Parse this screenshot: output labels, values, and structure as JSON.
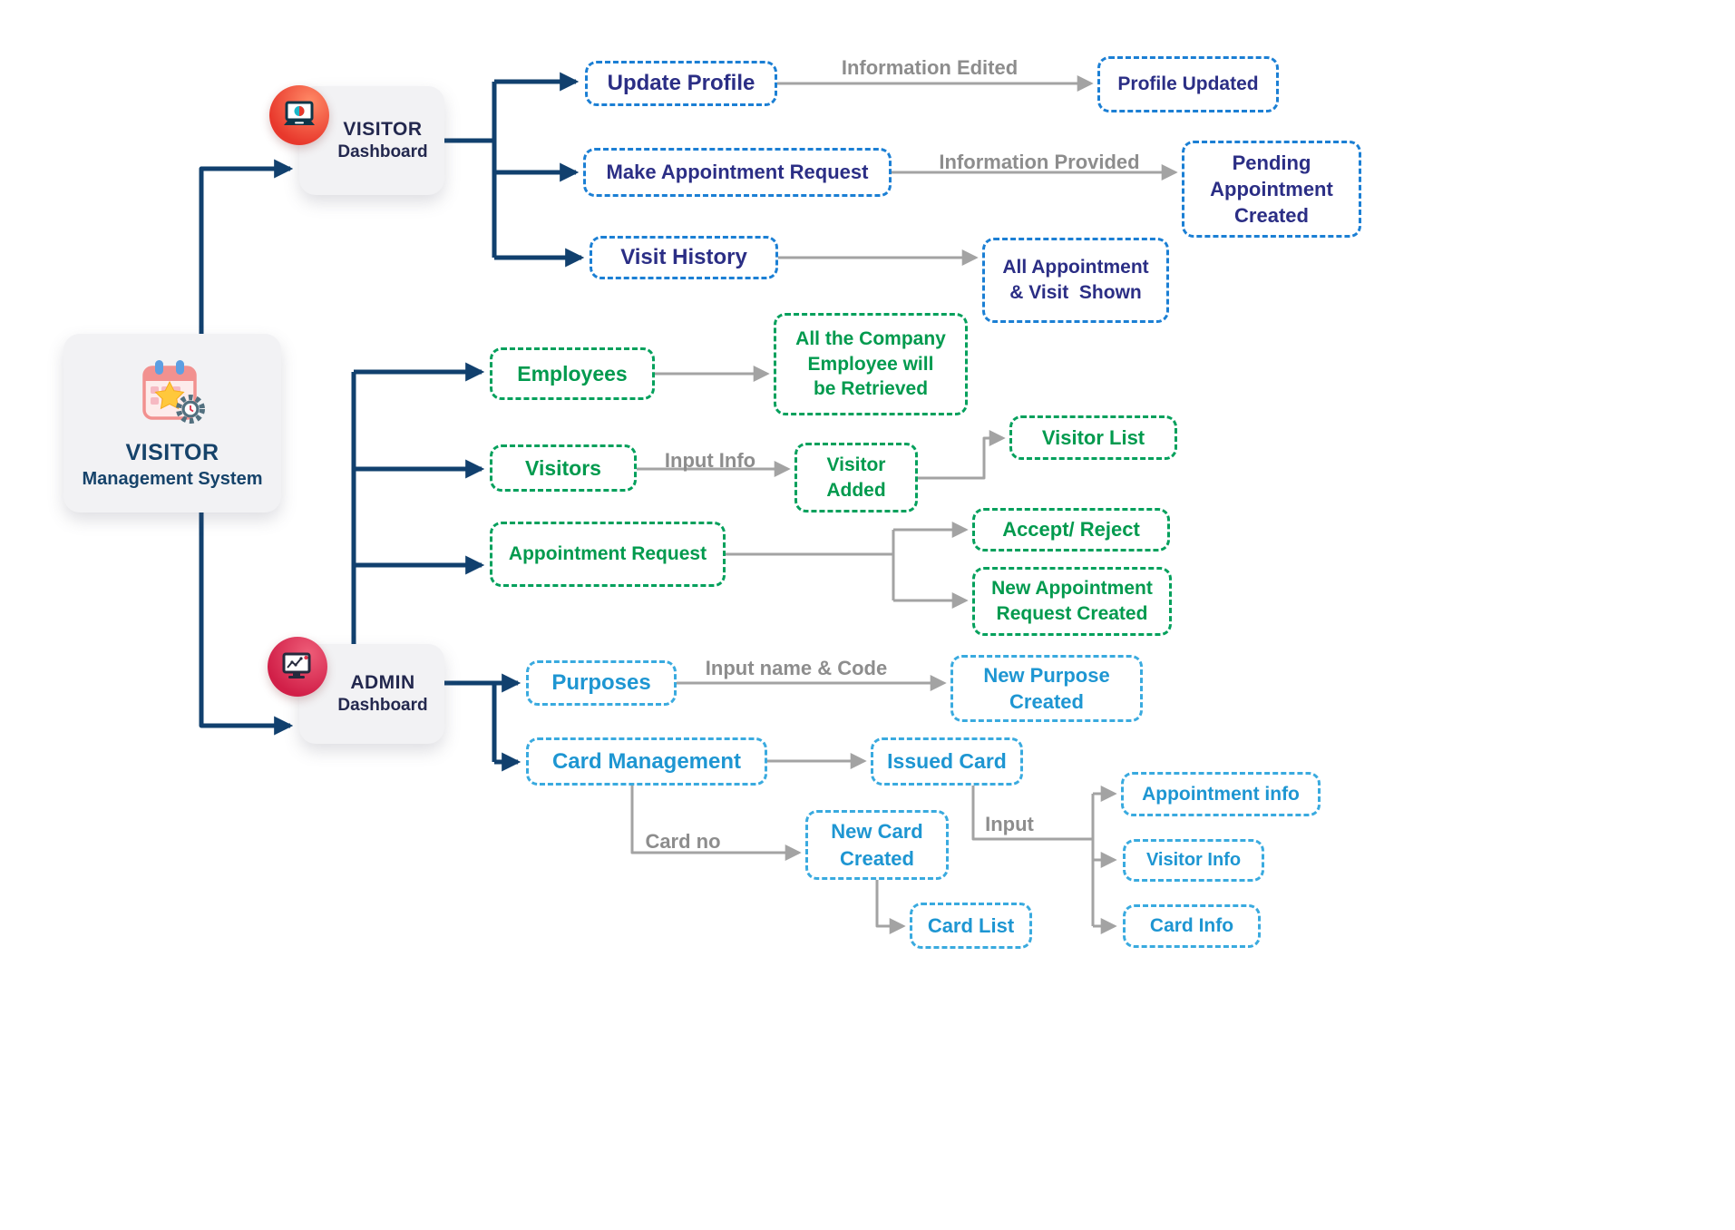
{
  "root": {
    "line1": "VISITOR",
    "line2": "Management System"
  },
  "dashboards": {
    "visitor": {
      "line1": "VISITOR",
      "line2": "Dashboard"
    },
    "admin": {
      "line1": "ADMIN",
      "line2": "Dashboard"
    }
  },
  "nodes": {
    "update_profile": "Update Profile",
    "profile_updated": "Profile Updated",
    "make_appointment_request": "Make Appointment Request",
    "pending_appointment_created": "Pending\nAppointment\nCreated",
    "visit_history": "Visit History",
    "all_appointment_visit_shown": "All Appointment\n& Visit  Shown",
    "employees": "Employees",
    "all_company_employees_retrieved": "All the Company\nEmployee will\nbe Retrieved",
    "visitors": "Visitors",
    "visitor_added": "Visitor\nAdded",
    "visitor_list": "Visitor List",
    "accept_reject": "Accept/ Reject",
    "new_appointment_request_created": "New Appointment\nRequest Created",
    "appointment_request": "Appointment Request",
    "purposes": "Purposes",
    "new_purpose_created": "New Purpose\nCreated",
    "card_management": "Card Management",
    "issued_card": "Issued Card",
    "new_card_created": "New Card\nCreated",
    "card_list": "Card List",
    "appointment_info": "Appointment info",
    "visitor_info": "Visitor Info",
    "card_info": "Card Info"
  },
  "edge_labels": {
    "information_edited": "Information Edited",
    "information_provided": "Information Provided",
    "input_info": "Input Info",
    "input_name_code": "Input name & Code",
    "card_no": "Card no",
    "input": "Input"
  },
  "icons": {
    "root": "calendar-gear-icon",
    "visitor_dashboard": "laptop-chart-icon",
    "admin_dashboard": "monitor-chart-icon"
  },
  "colors": {
    "visitor_text": "#2b2e85",
    "visitor_border": "#1b7fd4",
    "admin_green": "#019a4e",
    "admin_blue": "#1e96d2",
    "tree_line": "#11406e",
    "flow_line": "#a3a3a3",
    "label_gray": "#8d8d8d"
  }
}
